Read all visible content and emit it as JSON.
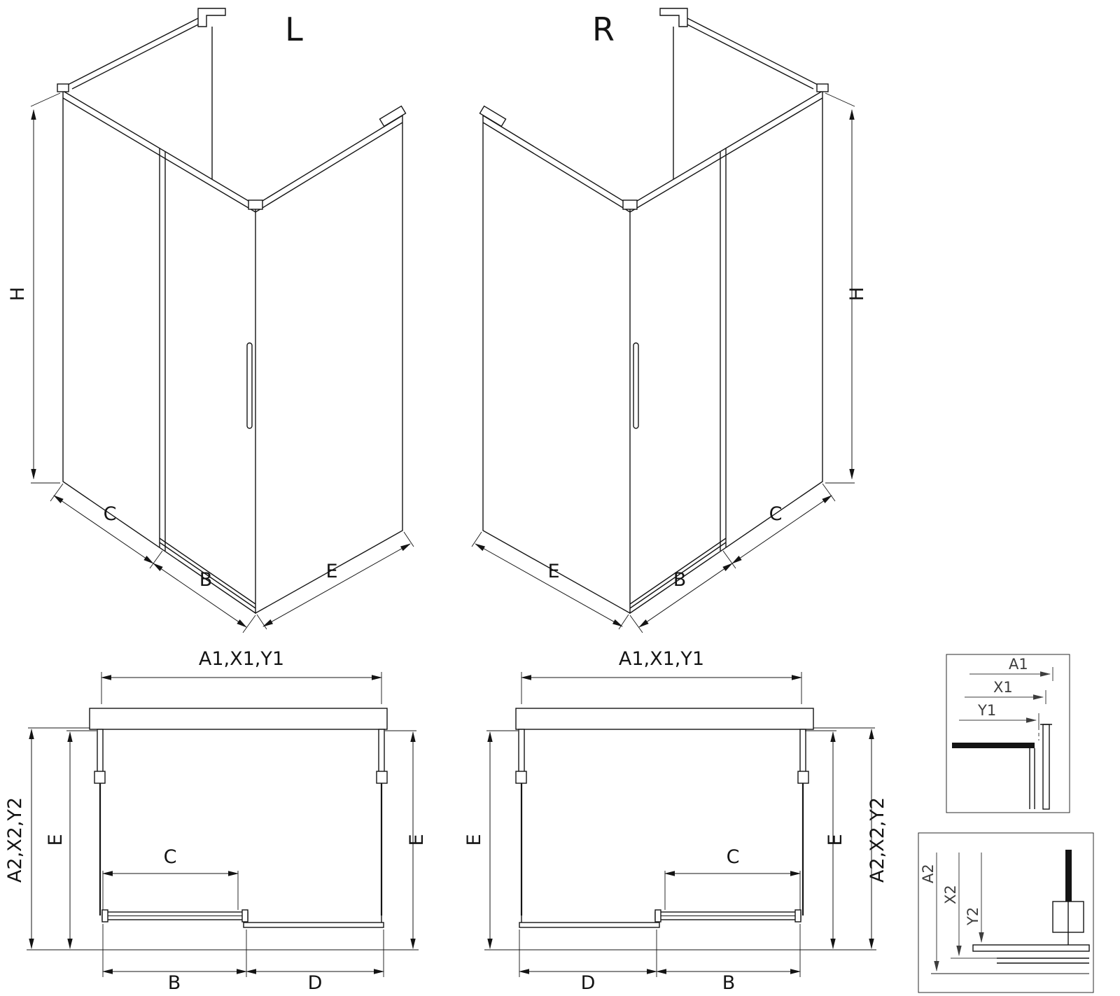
{
  "colors": {
    "line": "#141414",
    "detail_label": "#3d3d3d",
    "background": "#ffffff"
  },
  "views": {
    "iso_l": {
      "title": "L",
      "dim_h": "H",
      "dim_c": "C",
      "dim_b": "B",
      "dim_e": "E"
    },
    "iso_r": {
      "title": "R",
      "dim_h": "H",
      "dim_c": "C",
      "dim_b": "B",
      "dim_e": "E"
    },
    "plan_l": {
      "dim_width": "A1,X1,Y1",
      "dim_depth": "A2,X2,Y2",
      "dim_e_left": "E",
      "dim_e_right": "E",
      "dim_c": "C",
      "dim_b": "B",
      "dim_d": "D"
    },
    "plan_r": {
      "dim_width": "A1,X1,Y1",
      "dim_depth": "A2,X2,Y2",
      "dim_e_left": "E",
      "dim_e_right": "E",
      "dim_c": "C",
      "dim_b": "B",
      "dim_d": "D"
    },
    "detail_top": {
      "dim_a1": "A1",
      "dim_x1": "X1",
      "dim_y1": "Y1"
    },
    "detail_bottom": {
      "dim_a2": "A2",
      "dim_x2": "X2",
      "dim_y2": "Y2"
    }
  }
}
